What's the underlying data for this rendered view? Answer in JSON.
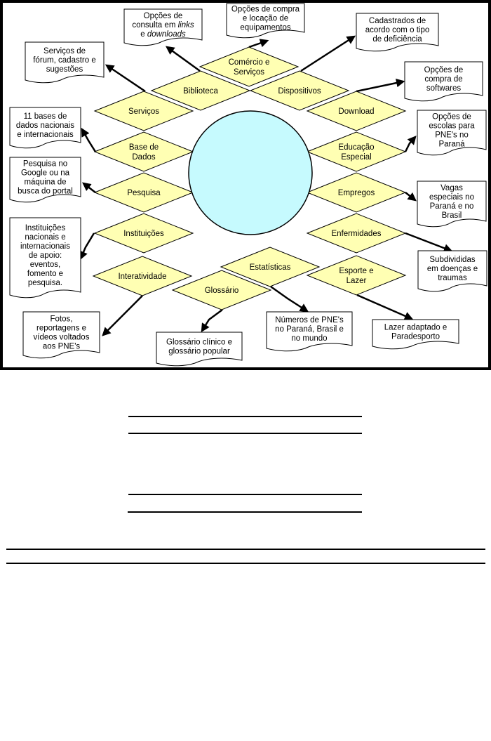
{
  "diagram": {
    "colors": {
      "diamond_fill": "#ffff99",
      "hub_fill": "#c6fafe",
      "outline": "#000000",
      "background": "#ffffff"
    },
    "hub": {
      "label": ""
    },
    "nodes": [
      {
        "id": "servicos",
        "lines": [
          "Serviços"
        ],
        "note": {
          "lines": [
            "Serviços de",
            "fórum,  cadastro e",
            "sugestões"
          ],
          "italic": []
        }
      },
      {
        "id": "biblioteca",
        "lines": [
          "Biblioteca"
        ],
        "note": {
          "lines": [
            "Opções de",
            "consulta em links",
            "e downloads"
          ],
          "italic": [
            "links",
            "downloads"
          ]
        }
      },
      {
        "id": "comercio",
        "lines": [
          "Comércio e",
          "Serviços"
        ],
        "note": {
          "lines": [
            "Opções de compra",
            "e locação de",
            "equipamentos"
          ],
          "italic": []
        }
      },
      {
        "id": "dispositivos",
        "lines": [
          "Dispositivos"
        ],
        "note": {
          "lines": [
            "Cadastrados de",
            "acordo com o tipo",
            "de deficiência"
          ],
          "italic": []
        }
      },
      {
        "id": "download",
        "lines": [
          "Download"
        ],
        "note": {
          "lines": [
            "Opções de",
            "compra de",
            "softwares"
          ],
          "italic": []
        }
      },
      {
        "id": "base-de-dados",
        "lines": [
          "Base de",
          "Dados"
        ],
        "note": {
          "lines": [
            "11 bases de",
            "dados nacionais",
            "e internacionais"
          ],
          "italic": []
        }
      },
      {
        "id": "educacao-especial",
        "lines": [
          "Educação",
          "Especial"
        ],
        "note": {
          "lines": [
            "Opções de",
            "escolas para",
            "PNE's no",
            "Paraná"
          ],
          "italic": []
        }
      },
      {
        "id": "pesquisa",
        "lines": [
          "Pesquisa"
        ],
        "note": {
          "lines": [
            "Pesquisa no",
            "Google ou na",
            "máquina de",
            "busca do portal"
          ],
          "italic": []
        }
      },
      {
        "id": "empregos",
        "lines": [
          "Empregos"
        ],
        "note": {
          "lines": [
            "Vagas",
            "especiais no",
            "Paraná e no",
            "Brasil"
          ],
          "italic": []
        }
      },
      {
        "id": "instituicoes",
        "lines": [
          "Instituições"
        ],
        "note": {
          "lines": [
            "Instituições",
            "nacionais e",
            "internacionais",
            "de apoio:",
            "eventos,",
            "fomento e",
            "pesquisa."
          ],
          "italic": []
        }
      },
      {
        "id": "enfermidades",
        "lines": [
          "Enfermidades"
        ],
        "note": {
          "lines": [
            "Subdivididas",
            "em doenças e",
            "traumas"
          ],
          "italic": []
        }
      },
      {
        "id": "interatividade",
        "lines": [
          "Interatividade"
        ],
        "note": {
          "lines": [
            "Fotos,",
            "reportagens e",
            "vídeos voltados",
            "aos PNE's"
          ],
          "italic": []
        }
      },
      {
        "id": "estatisticas",
        "lines": [
          "Estatísticas"
        ],
        "note": {
          "lines": [
            "Números de PNE's",
            "no Paraná, Brasil e",
            "no mundo"
          ],
          "italic": []
        }
      },
      {
        "id": "esporte-e-lazer",
        "lines": [
          "Esporte e",
          "Lazer"
        ],
        "note": {
          "lines": [
            "Lazer adaptado e",
            "Paradesporto"
          ],
          "italic": []
        }
      },
      {
        "id": "glossario",
        "lines": [
          "Glossário"
        ],
        "note": {
          "lines": [
            "Glossário clínico e",
            "glossário popular"
          ],
          "italic": []
        }
      }
    ]
  },
  "blank_fields": [
    {
      "label": ""
    },
    {
      "label": ""
    },
    {
      "label": ""
    },
    {
      "label": ""
    }
  ],
  "blank_full_width_fields": [
    {
      "label": ""
    },
    {
      "label": ""
    }
  ]
}
